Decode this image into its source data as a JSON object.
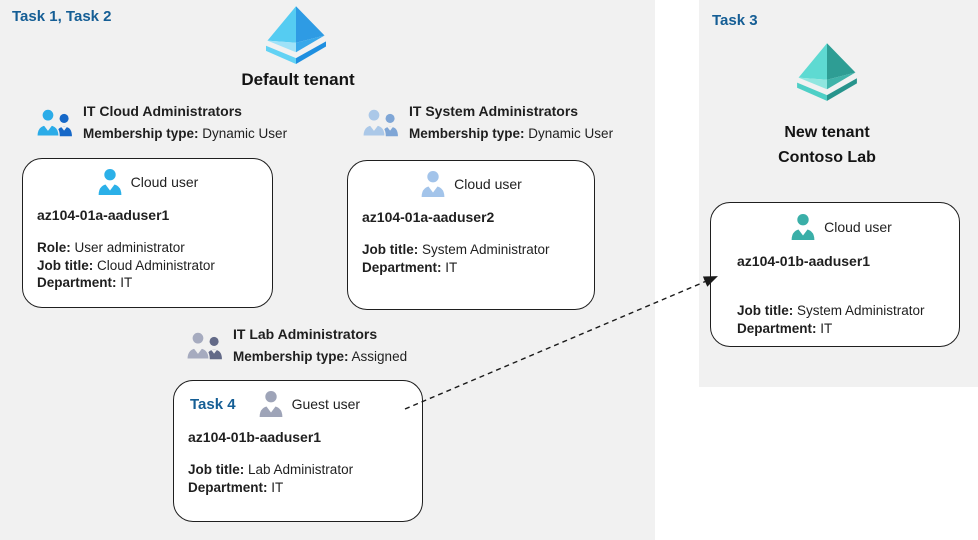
{
  "colors": {
    "task_blue": "#155E95",
    "panel_gray": "#F1F1F1",
    "text_dark": "#1F1F1F",
    "card_border": "#1F1F1F",
    "azure_cyan": "#55CCF2",
    "azure_blue": "#2E9BE4",
    "teal_light": "#5EDAD2",
    "teal_dark": "#2E9D94"
  },
  "icons": {
    "default_tenant": "azure-ad-tenant-icon (blue diamond)",
    "new_tenant": "azure-ad-tenant-teal-icon (teal diamond)",
    "group": "group-people-icon (two persons)",
    "user": "person-icon"
  },
  "left_panel": {
    "task_label": "Task 1, Task 2",
    "tenant_title": "Default tenant",
    "groups": [
      {
        "name": "IT Cloud Administrators",
        "membership_label": "Membership type:",
        "membership_value": "Dynamic User"
      },
      {
        "name": "IT System Administrators",
        "membership_label": "Membership type:",
        "membership_value": "Dynamic User"
      },
      {
        "name": "IT Lab Administrators",
        "membership_label": "Membership type:",
        "membership_value": "Assigned"
      }
    ],
    "cards": [
      {
        "user_type": "Cloud user",
        "name": "az104-01a-aaduser1",
        "fields": [
          {
            "label": "Role:",
            "value": "User administrator"
          },
          {
            "label": "Job title:",
            "value": "Cloud Administrator"
          },
          {
            "label": "Department:",
            "value": "IT"
          }
        ]
      },
      {
        "user_type": "Cloud user",
        "name": "az104-01a-aaduser2",
        "fields": [
          {
            "label": "Job title:",
            "value": "System Administrator"
          },
          {
            "label": "Department:",
            "value": "IT"
          }
        ]
      },
      {
        "task_label": "Task 4",
        "user_type": "Guest user",
        "name": "az104-01b-aaduser1",
        "fields": [
          {
            "label": "Job title:",
            "value": "Lab Administrator"
          },
          {
            "label": "Department:",
            "value": "IT"
          }
        ]
      }
    ]
  },
  "right_panel": {
    "task_label": "Task 3",
    "tenant_title_line1": "New tenant",
    "tenant_title_line2": "Contoso Lab",
    "card": {
      "user_type": "Cloud user",
      "name": "az104-01b-aaduser1",
      "fields": [
        {
          "label": "Job title:",
          "value": "System Administrator"
        },
        {
          "label": "Department:",
          "value": "IT"
        }
      ]
    }
  }
}
